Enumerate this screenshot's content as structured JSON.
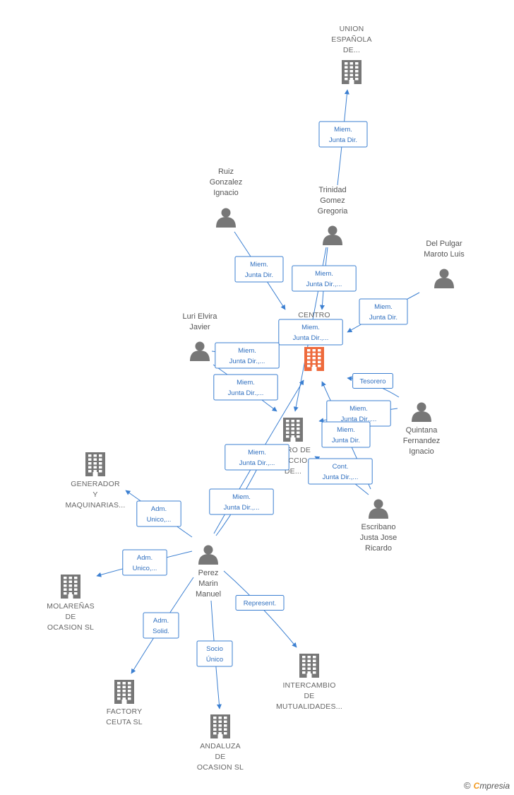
{
  "colors": {
    "edge": "#3b7fd1",
    "company": "#777777",
    "company_main": "#ee6a3c",
    "person": "#777777"
  },
  "nodes": [
    {
      "id": "union",
      "kind": "company",
      "lines": [
        "UNION",
        "ESPAÑOLA",
        "DE..."
      ]
    },
    {
      "id": "ruiz",
      "kind": "person",
      "lines": [
        "Ruiz",
        "Gonzalez",
        "Ignacio"
      ]
    },
    {
      "id": "trinidad",
      "kind": "person",
      "lines": [
        "Trinidad",
        "Gomez",
        "Gregoria"
      ]
    },
    {
      "id": "delpulgar",
      "kind": "person",
      "lines": [
        "Del Pulgar",
        "Maroto Luis"
      ]
    },
    {
      "id": "luri",
      "kind": "person",
      "lines": [
        "Luri Elvira",
        "Javier"
      ]
    },
    {
      "id": "centro_main",
      "kind": "company_main",
      "lines": [
        "CENTRO",
        "P...",
        ""
      ]
    },
    {
      "id": "centro2",
      "kind": "company",
      "lines": [
        "...TRO DE",
        "...TECCIO...",
        "DE..."
      ]
    },
    {
      "id": "quintana",
      "kind": "person",
      "lines": [
        "Quintana",
        "Fernandez",
        "Ignacio"
      ]
    },
    {
      "id": "escribano",
      "kind": "person",
      "lines": [
        "Escribano",
        "Justa Jose",
        "Ricardo"
      ]
    },
    {
      "id": "generador",
      "kind": "company",
      "lines": [
        "GENERADOR",
        "Y",
        "MAQUINARIAS..."
      ]
    },
    {
      "id": "perez",
      "kind": "person",
      "lines": [
        "Perez",
        "Marin",
        "Manuel"
      ]
    },
    {
      "id": "molarenas",
      "kind": "company",
      "lines": [
        "MOLAREÑAS",
        "DE",
        "OCASION  SL"
      ]
    },
    {
      "id": "factory",
      "kind": "company",
      "lines": [
        "FACTORY",
        "CEUTA SL"
      ]
    },
    {
      "id": "andaluza",
      "kind": "company",
      "lines": [
        "ANDALUZA",
        "DE",
        "OCASION  SL"
      ]
    },
    {
      "id": "intercambio",
      "kind": "company",
      "lines": [
        "INTERCAMBIO",
        "DE",
        "MUTUALIDADES..."
      ]
    }
  ],
  "edges": [
    {
      "from": "trinidad",
      "to": "union",
      "label": [
        "Miem.",
        "Junta Dir."
      ]
    },
    {
      "from": "ruiz",
      "to": "centro_main",
      "label": [
        "Miem.",
        "Junta Dir."
      ]
    },
    {
      "from": "trinidad",
      "to": "centro_main",
      "label": [
        "Miem.",
        "Junta Dir.,..."
      ]
    },
    {
      "from": "trinidad",
      "to": "centro2",
      "label": [
        "Miem.",
        "Junta Dir.,..."
      ]
    },
    {
      "from": "delpulgar",
      "to": "centro_main",
      "label": [
        "Miem.",
        "Junta Dir."
      ]
    },
    {
      "from": "luri",
      "to": "centro_main",
      "label": [
        "Miem.",
        "Junta Dir.,..."
      ]
    },
    {
      "from": "luri",
      "to": "centro2",
      "label": [
        "Miem.",
        "Junta Dir.,..."
      ]
    },
    {
      "from": "quintana",
      "to": "centro_main",
      "label": [
        "Tesorero"
      ]
    },
    {
      "from": "quintana",
      "to": "centro2",
      "label": [
        "Miem.",
        "Junta Dir.,..."
      ]
    },
    {
      "from": "escribano",
      "to": "centro_main",
      "label": [
        "Miem.",
        "Junta Dir."
      ]
    },
    {
      "from": "escribano",
      "to": "centro2",
      "label": [
        "Cont.",
        "Junta Dir.,..."
      ]
    },
    {
      "from": "perez",
      "to": "centro_main",
      "label": [
        "Miem.",
        "Junta Dir.,..."
      ]
    },
    {
      "from": "perez",
      "to": "centro2",
      "label": [
        "Miem.",
        "Junta Dir.,..."
      ]
    },
    {
      "from": "perez",
      "to": "generador",
      "label": [
        "Adm.",
        "Unico,..."
      ]
    },
    {
      "from": "perez",
      "to": "molarenas",
      "label": [
        "Adm.",
        "Unico,..."
      ]
    },
    {
      "from": "perez",
      "to": "factory",
      "label": [
        "Adm.",
        "Solid."
      ]
    },
    {
      "from": "perez",
      "to": "andaluza",
      "label": [
        "Socio",
        "Único"
      ]
    },
    {
      "from": "perez",
      "to": "intercambio",
      "label": [
        "Represent."
      ]
    }
  ],
  "footer": {
    "copyright": "©",
    "brand_first": "C",
    "brand_rest": "mpresia"
  }
}
